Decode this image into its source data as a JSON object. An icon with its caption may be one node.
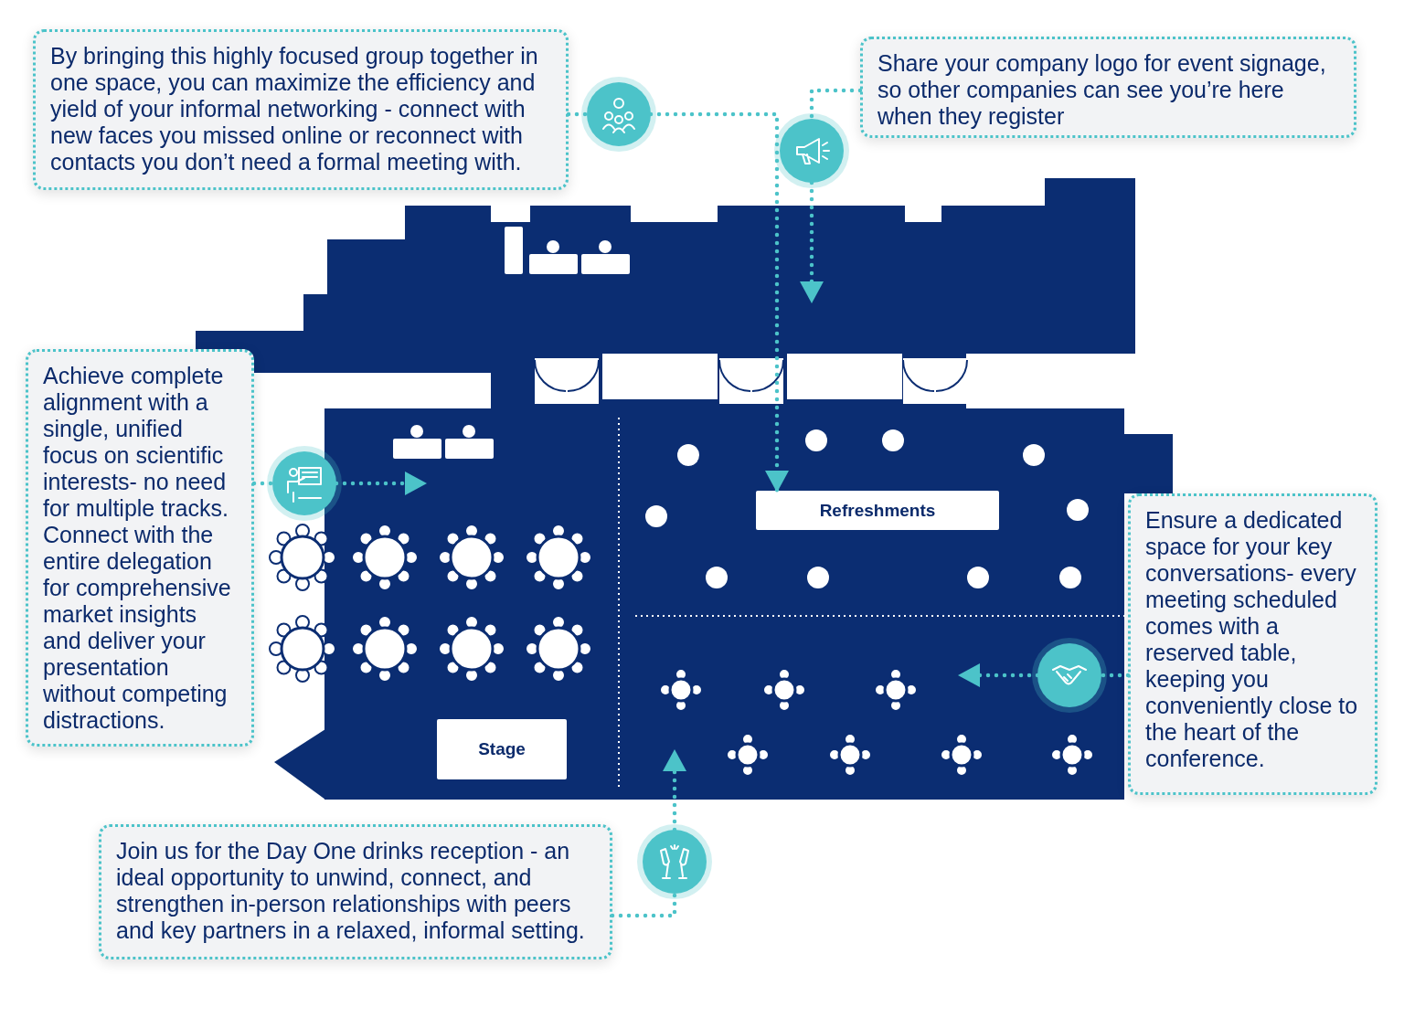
{
  "diagram": {
    "nodes": [
      {
        "text": [
          "By bringing this highly focused group together in one space, you can maximize the efficiency  and yield of your informal networking - connect with new faces you missed online or reconnect with contacts you don’t need a formal meeting with."
        ]
      },
      {
        "text": [],
        "shape": "circle"
      },
      {
        "text": [
          "Share your company logo for event signage, so other companies can see you’re here when they register"
        ]
      },
      {
        "text": [],
        "shape": "circle"
      },
      {
        "text": [
          "Achieve complete alignment with a single, unified focus on scientific interests- no need for multiple tracks. Connect with the entire delegation for comprehensive market insights and deliver your presentation without competing distractions."
        ]
      },
      {
        "text": [],
        "shape": "circle"
      },
      {
        "text": [
          "Ensure a dedicated space for your key conversations- every meeting scheduled comes with a reserved table, keeping you conveniently close to the heart of the conference."
        ]
      },
      {
        "text": [],
        "shape": "circle"
      },
      {
        "text": [
          "Join us for the Day One drinks reception - an ideal opportunity to unwind, connect, and strengthen in-person relationships with peers and key partners in a relaxed, informal setting."
        ]
      },
      {
        "text": [],
        "shape": "circle"
      },
      {
        "text": [
          "Refreshments"
        ]
      },
      {
        "text": [
          "Stage"
        ]
      }
    ],
    "edges": [
      {
        "from": 0,
        "to": 1,
        "arrow": "none"
      },
      {
        "from": 1,
        "to": 10,
        "arrow": "to"
      },
      {
        "from": 2,
        "to": 3,
        "arrow": "none"
      },
      {
        "from": 3,
        "to": null,
        "arrow": "to"
      },
      {
        "from": 4,
        "to": 5,
        "arrow": "none"
      },
      {
        "from": 5,
        "to": null,
        "arrow": "to"
      },
      {
        "from": 6,
        "to": 7,
        "arrow": "none"
      },
      {
        "from": 7,
        "to": null,
        "arrow": "to"
      },
      {
        "from": 8,
        "to": 9,
        "arrow": "none"
      },
      {
        "from": 9,
        "to": null,
        "arrow": "to"
      }
    ]
  }
}
